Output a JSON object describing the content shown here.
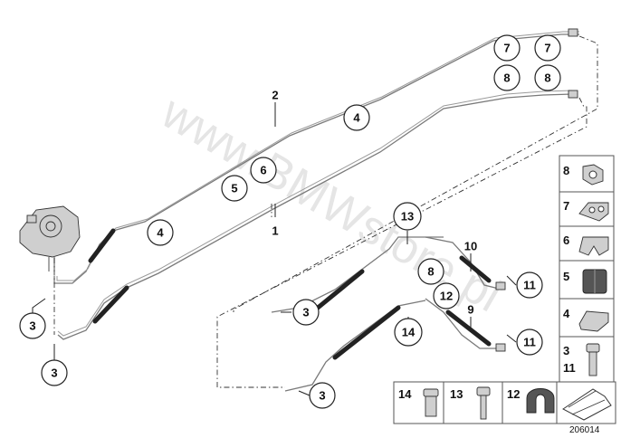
{
  "watermark": "www.BMWstore.pl",
  "document_number": "206014",
  "callouts": [
    {
      "id": "c-7a",
      "label": "7"
    },
    {
      "id": "c-7b",
      "label": "7"
    },
    {
      "id": "c-8a",
      "label": "8"
    },
    {
      "id": "c-8b",
      "label": "8"
    },
    {
      "id": "c-4a",
      "label": "4"
    },
    {
      "id": "c-4b",
      "label": "4"
    },
    {
      "id": "c-6",
      "label": "6"
    },
    {
      "id": "c-5",
      "label": "5"
    },
    {
      "id": "c-13",
      "label": "13"
    },
    {
      "id": "c-8c",
      "label": "8"
    },
    {
      "id": "c-12",
      "label": "12"
    },
    {
      "id": "c-14",
      "label": "14"
    },
    {
      "id": "c-11a",
      "label": "11"
    },
    {
      "id": "c-11b",
      "label": "11"
    },
    {
      "id": "c-3a",
      "label": "3"
    },
    {
      "id": "c-3b",
      "label": "3"
    },
    {
      "id": "c-3c",
      "label": "3"
    },
    {
      "id": "c-3d",
      "label": "3"
    }
  ],
  "plain_labels": {
    "n2": "2",
    "n1": "1",
    "n10": "10",
    "n9": "9"
  },
  "legend_panel": {
    "rows": [
      {
        "label": "8"
      },
      {
        "label": "7"
      },
      {
        "label": "6"
      },
      {
        "label": "5"
      },
      {
        "label": "4"
      },
      {
        "label": "3",
        "label2": "11"
      }
    ],
    "bottom": [
      {
        "label": "14"
      },
      {
        "label": "13"
      },
      {
        "label": "12"
      }
    ]
  }
}
